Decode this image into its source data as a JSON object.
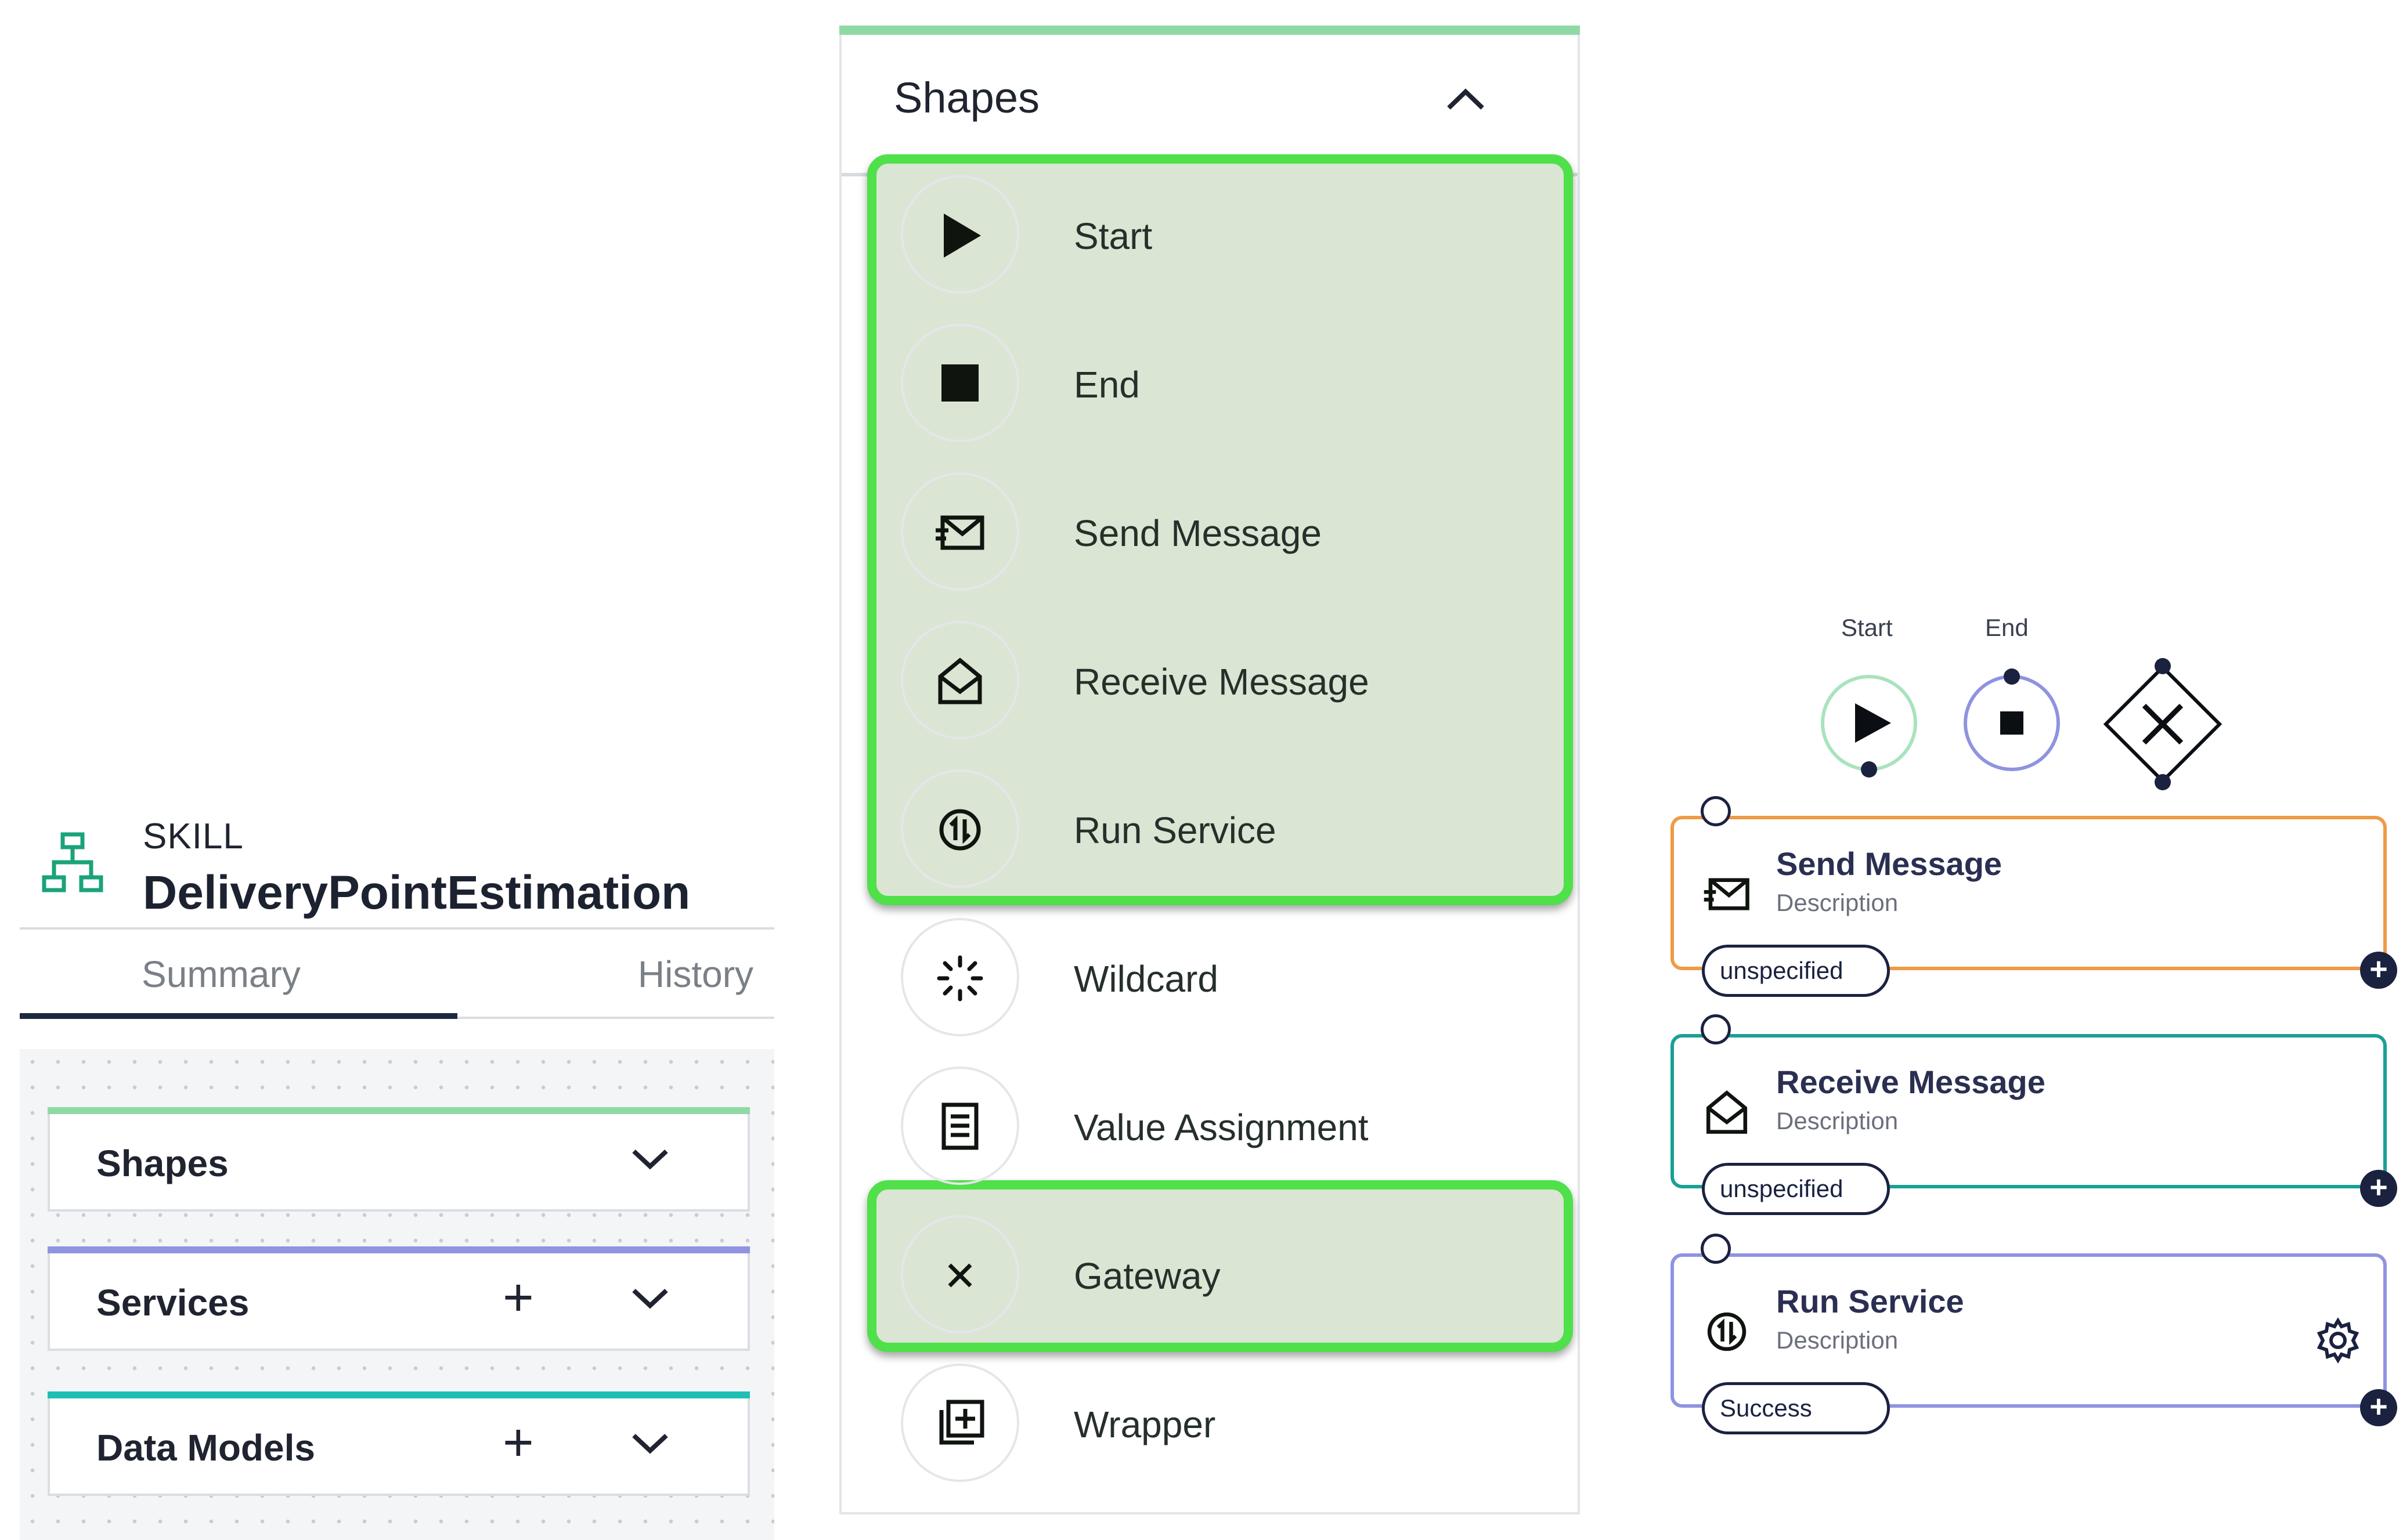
{
  "skill": {
    "kind": "SKILL",
    "name": "DeliveryPointEstimation",
    "icon": "hierarchy-icon"
  },
  "tabs": [
    {
      "label": "Summary",
      "active": true
    },
    {
      "label": "History",
      "active": false
    }
  ],
  "accordion": [
    {
      "label": "Shapes",
      "accent": "#8fd9a5",
      "has_add": false
    },
    {
      "label": "Services",
      "accent": "#8f93e0",
      "has_add": true
    },
    {
      "label": "Data Models",
      "accent": "#1fbfb5",
      "has_add": true
    }
  ],
  "shapes_panel": {
    "title": "Shapes",
    "accent": "#8fd9a5",
    "highlight_color": "#4fe04a",
    "items": [
      {
        "label": "Start",
        "icon": "play-icon",
        "highlighted": true
      },
      {
        "label": "End",
        "icon": "stop-icon",
        "highlighted": true
      },
      {
        "label": "Send Message",
        "icon": "send-mail-icon",
        "highlighted": true
      },
      {
        "label": "Receive Message",
        "icon": "open-mail-icon",
        "highlighted": true
      },
      {
        "label": "Run Service",
        "icon": "run-service-icon",
        "highlighted": true
      },
      {
        "label": "Wildcard",
        "icon": "wildcard-icon",
        "highlighted": false
      },
      {
        "label": "Value Assignment",
        "icon": "list-document-icon",
        "highlighted": false
      },
      {
        "label": "Gateway",
        "icon": "close-x-icon",
        "highlighted": true
      },
      {
        "label": "Wrapper",
        "icon": "wrapper-icon",
        "highlighted": false
      }
    ]
  },
  "canvas": {
    "start_label": "Start",
    "end_label": "End",
    "nodes": [
      {
        "title": "Send Message",
        "description": "Description",
        "status": "unspecified",
        "border": "#ef9a45",
        "icon": "send-mail-icon"
      },
      {
        "title": "Receive Message",
        "description": "Description",
        "status": "unspecified",
        "border": "#1aa095",
        "icon": "open-mail-icon"
      },
      {
        "title": "Run Service",
        "description": "Description",
        "status": "Success",
        "border": "#8f93e0",
        "icon": "run-service-icon"
      }
    ],
    "add_symbol": "+"
  }
}
